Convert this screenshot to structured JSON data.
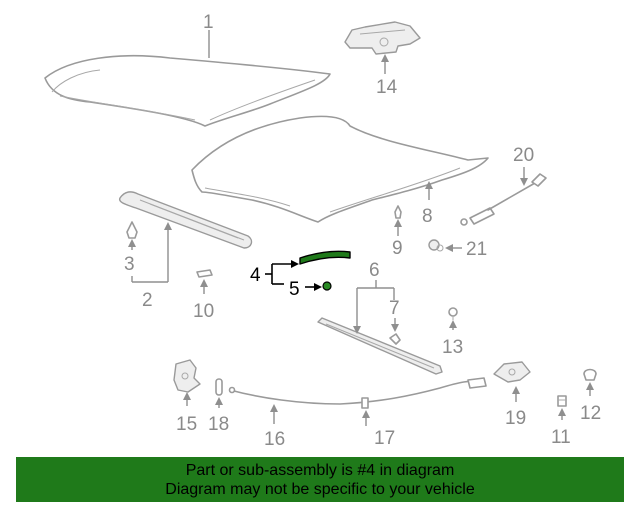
{
  "labels": {
    "p1": "1",
    "p2": "2",
    "p3": "3",
    "p4": "4",
    "p5": "5",
    "p6": "6",
    "p7": "7",
    "p8": "8",
    "p9": "9",
    "p10": "10",
    "p11": "11",
    "p12": "12",
    "p13": "13",
    "p14": "14",
    "p15": "15",
    "p16": "16",
    "p17": "17",
    "p18": "18",
    "p19": "19",
    "p20": "20",
    "p21": "21"
  },
  "highlighted_part": "4",
  "colors": {
    "banner": "#1f7a1a",
    "highlight": "#1f7a1a",
    "line": "#9a9a9a"
  },
  "banner": {
    "line1": "Part or sub-assembly is #4 in diagram",
    "line2": "Diagram may not be specific to your vehicle"
  }
}
